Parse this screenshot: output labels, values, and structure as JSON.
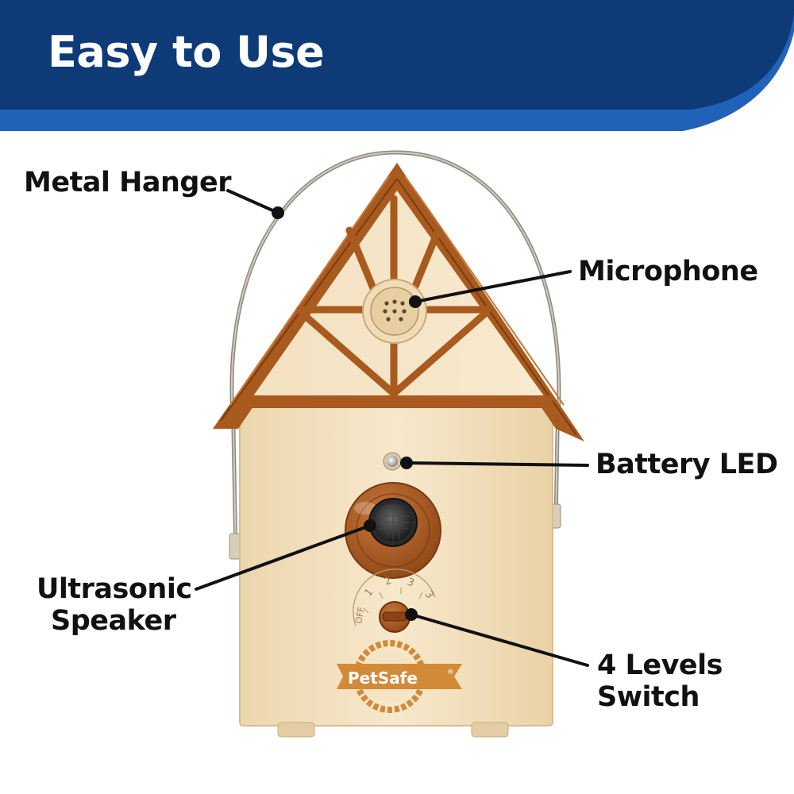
{
  "header": {
    "title": "Easy to Use"
  },
  "labels": {
    "metal_hanger": "Metal Hanger",
    "microphone": "Microphone",
    "battery_led": "Battery LED",
    "ultrasonic_speaker_line1": "Ultrasonic",
    "ultrasonic_speaker_line2": "Speaker",
    "levels_switch_line1": "4 Levels",
    "levels_switch_line2": "Switch"
  },
  "switch_dial": {
    "off": "OFF",
    "l1": "1",
    "l2": "2",
    "l3": "3"
  },
  "brand": {
    "name": "PetSafe",
    "mark": "®"
  },
  "colors": {
    "banner_navy": "#0e3a78",
    "banner_stripe": "#1f62b8",
    "body_cream": "#f5e4c3",
    "trim_brown": "#a85a1f",
    "logo_orange": "#d28a38"
  },
  "icons": {
    "microphone": "microphone-grille-icon",
    "speaker": "speaker-grille-icon",
    "led": "led-indicator-icon"
  }
}
